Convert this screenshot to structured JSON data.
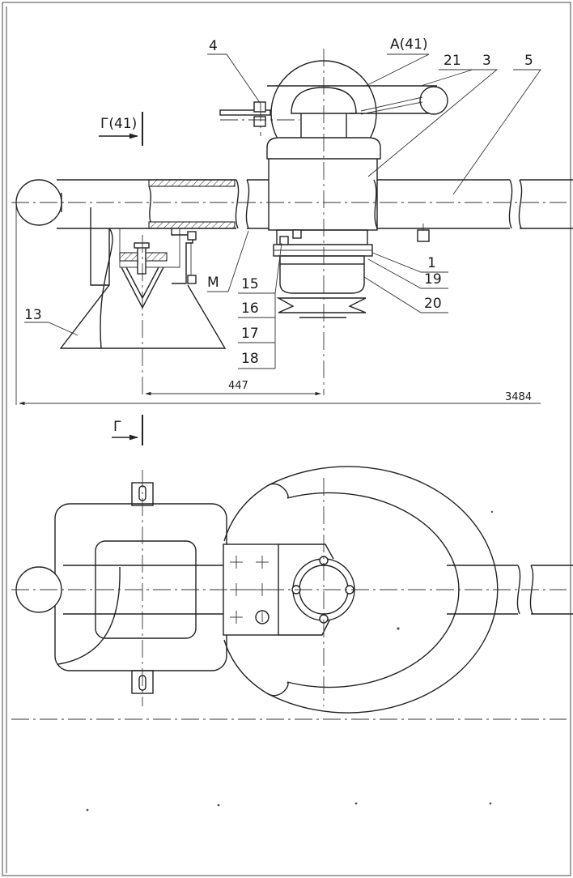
{
  "drawing": {
    "part_labels": {
      "p4": "4",
      "pA41": "A(41)",
      "p21": "21",
      "p3": "3",
      "p5": "5",
      "pG41": "Г(41)",
      "pM": "М",
      "p15": "15",
      "p16": "16",
      "p17": "17",
      "p18": "18",
      "p1": "1",
      "p19": "19",
      "p20": "20",
      "p13": "13",
      "pG": "Г"
    },
    "dimensions": {
      "d447": "447",
      "d3484": "3484"
    }
  }
}
